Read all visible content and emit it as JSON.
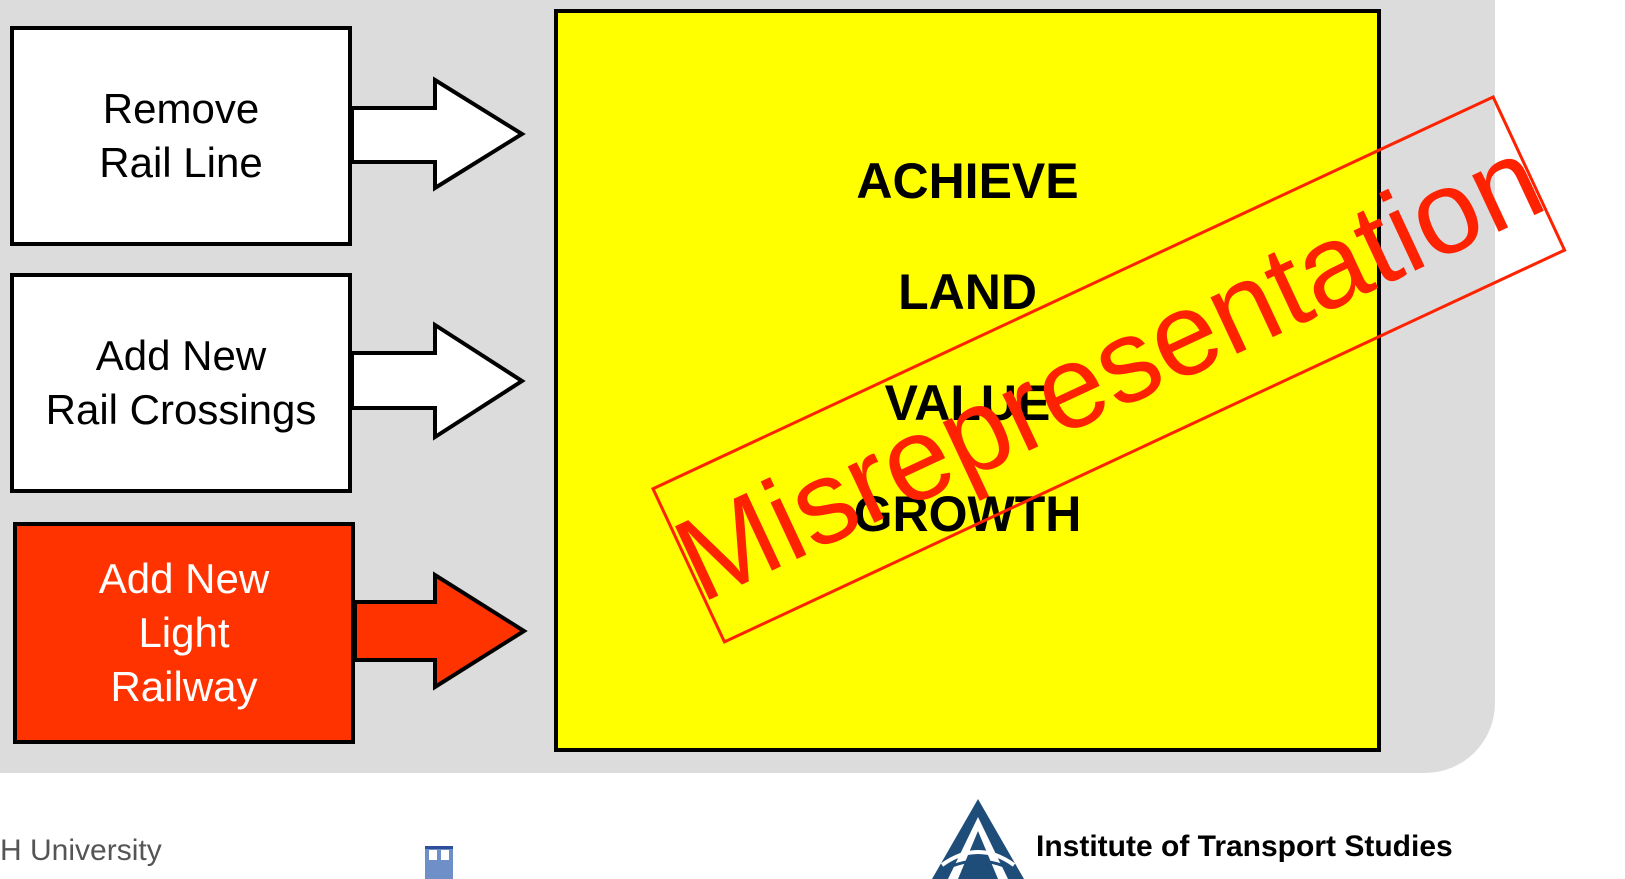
{
  "inputs": [
    {
      "label": "Remove\nRail Line",
      "fill": "#ffffff",
      "text_color": "#000000"
    },
    {
      "label": "Add New\nRail Crossings",
      "fill": "#ffffff",
      "text_color": "#000000"
    },
    {
      "label": "Add New\nLight\nRailway",
      "fill": "#ff3300",
      "text_color": "#ffffff"
    }
  ],
  "outcome": {
    "lines": [
      "ACHIEVE",
      "LAND",
      "VALUE",
      "GROWTH"
    ],
    "fill": "#ffff00"
  },
  "stamp": {
    "text": "Misrepresentation",
    "color": "#ff2200"
  },
  "footer": {
    "left_logo_text": "SH University",
    "small_logo_icon": "university-crest-icon",
    "institute_logo_icon": "its-bridge-logo-icon",
    "institute_name": "Institute of Transport Studies"
  },
  "colors": {
    "panel_background": "#dcdcdc",
    "outline": "#000000"
  }
}
